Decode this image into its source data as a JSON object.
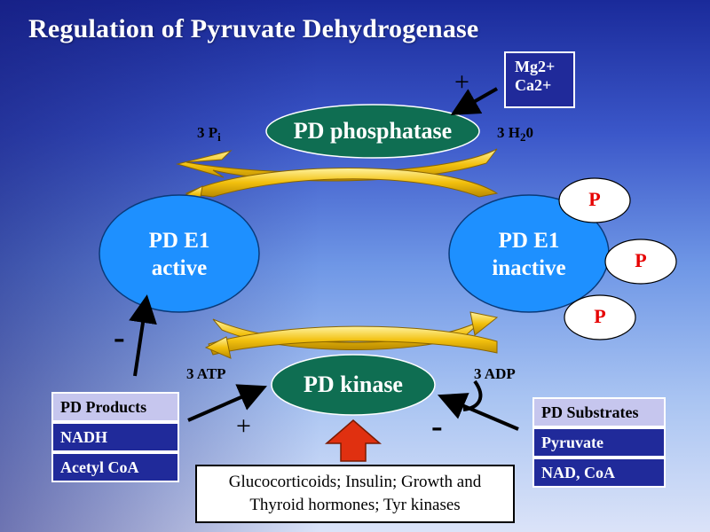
{
  "title": "Regulation of Pyruvate Dehydrogenase",
  "enzymes": {
    "phosphatase": "PD phosphatase",
    "kinase": "PD kinase"
  },
  "e1_active": {
    "line1": "PD E1",
    "line2": "active"
  },
  "e1_inactive": {
    "line1": "PD E1",
    "line2": "inactive"
  },
  "phosphate_label": "P",
  "phosphatase_side": {
    "pi_prefix": "3 P",
    "pi_sub": "i",
    "water_prefix": "3 H",
    "water_sub": "2",
    "water_suffix": "0"
  },
  "kinase_side": {
    "atp": "3 ATP",
    "adp": "3 ADP"
  },
  "cofactors": {
    "mg": "Mg2+",
    "ca": "Ca2+"
  },
  "signs": {
    "cofactor_plus": "+",
    "products_minus": "-",
    "kinase_plus": "+",
    "substrates_minus": "-"
  },
  "pd_products": {
    "header": "PD Products",
    "items": [
      "NADH",
      "Acetyl CoA"
    ]
  },
  "pd_substrates": {
    "header": "PD Substrates",
    "items": [
      "Pyruvate",
      "NAD, CoA"
    ]
  },
  "hormones": {
    "line1": "Glucocorticoids; Insulin; Growth and",
    "line2": "Thyroid hormones; Tyr kinases"
  },
  "colors": {
    "enzyme_fill": "#0f6e52",
    "e1_fill": "#1e90ff",
    "arrow_gold": "#f2c00e",
    "phosphate_text": "#e60000",
    "box_dark": "#202a9a",
    "box_light": "#c6c6ee",
    "up_arrow": "#e03010"
  }
}
